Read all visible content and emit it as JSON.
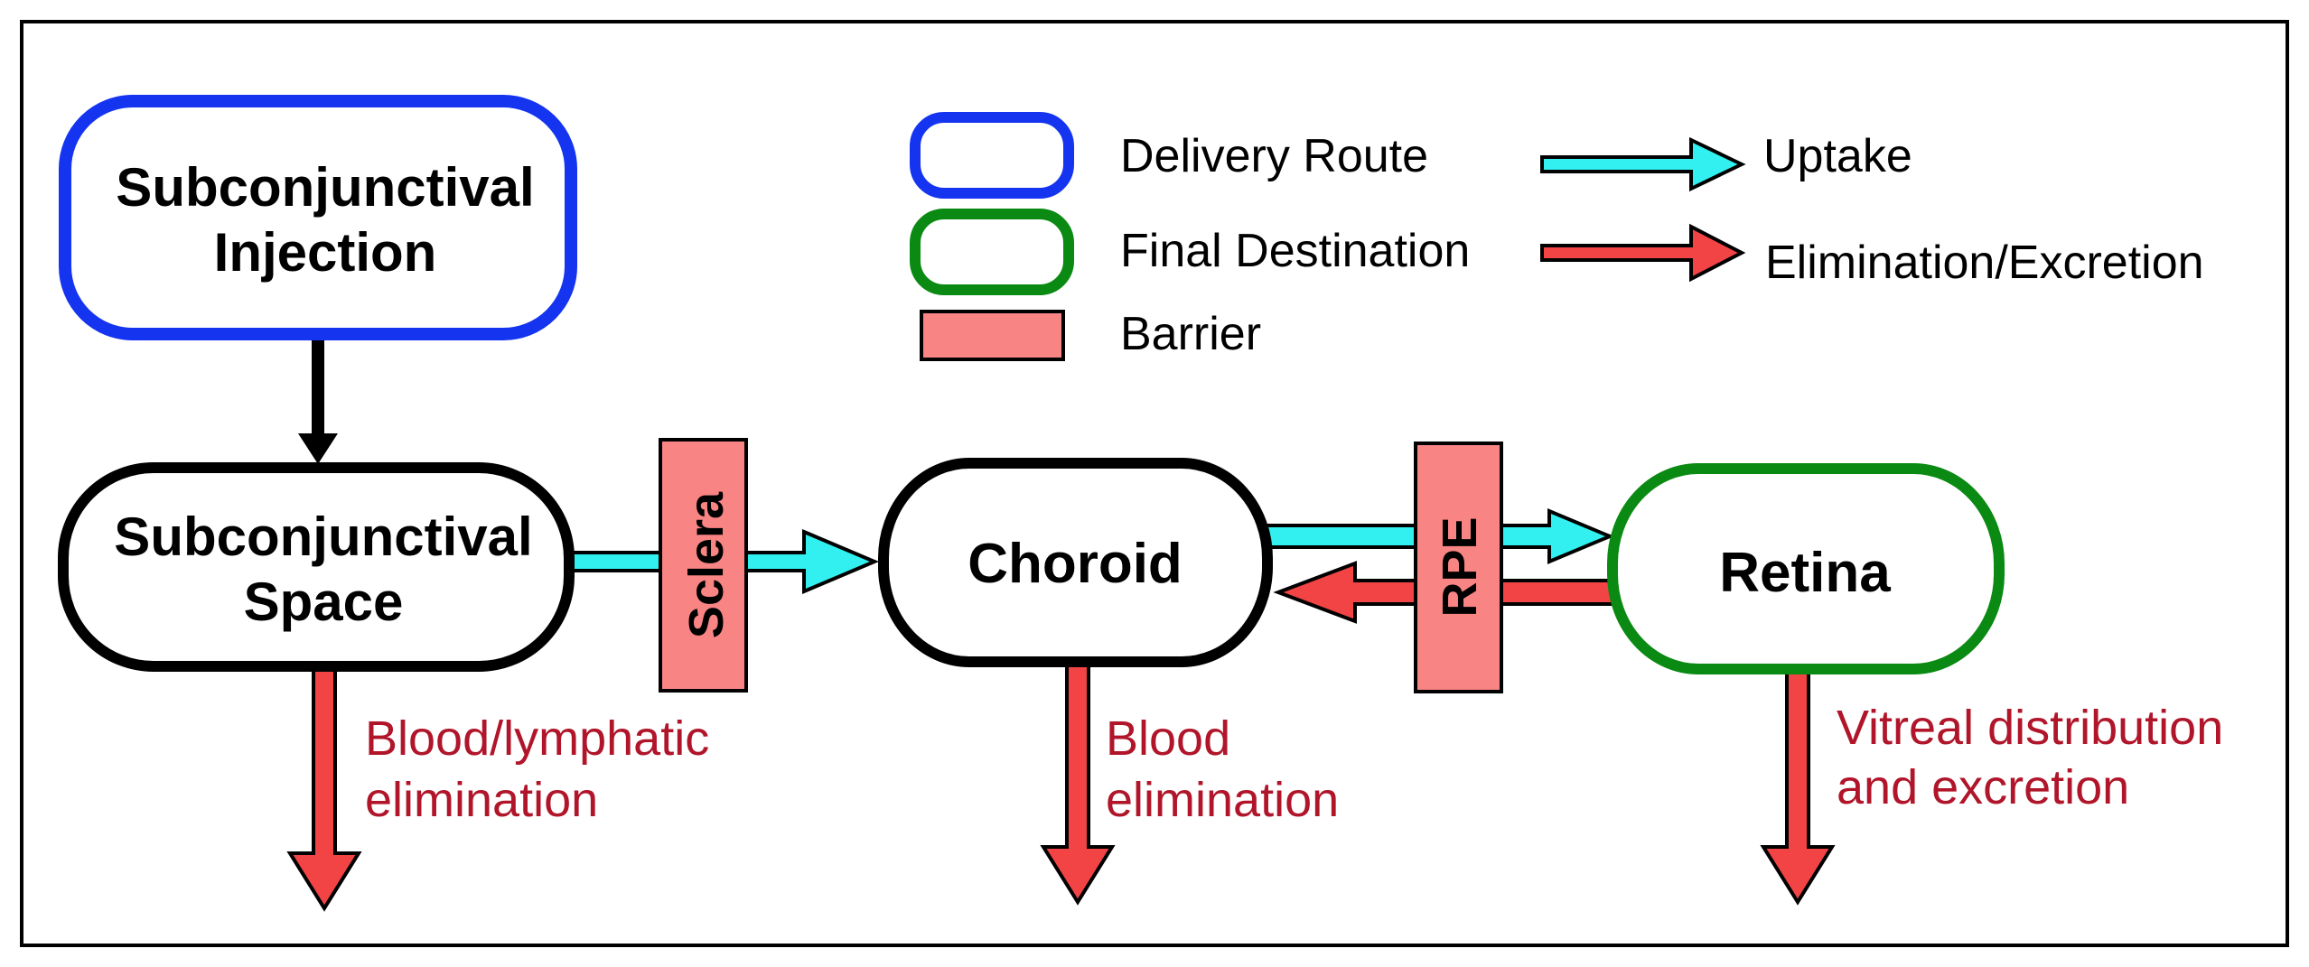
{
  "colors": {
    "delivery_route_border": "#1434f0",
    "final_destination_border": "#0a8a12",
    "node_border": "#000000",
    "barrier_fill": "#f98484",
    "uptake_arrow": "#33f0f0",
    "elimination_arrow": "#f24444",
    "elimination_text": "#b0152a",
    "frame_border": "#000000"
  },
  "nodes": {
    "subconjunctival_injection": {
      "line1": "Subconjunctival",
      "line2": "Injection",
      "role": "Delivery Route"
    },
    "subconjunctival_space": {
      "line1": "Subconjunctival",
      "line2": "Space"
    },
    "choroid": {
      "label": "Choroid"
    },
    "retina": {
      "label": "Retina",
      "role": "Final Destination"
    }
  },
  "barriers": {
    "sclera": "Sclera",
    "rpe": "RPE"
  },
  "eliminations": {
    "subconjunctival_space": {
      "line1": "Blood/lymphatic",
      "line2": "elimination"
    },
    "choroid": {
      "line1": "Blood",
      "line2": "elimination"
    },
    "retina": {
      "line1": "Vitreal distribution",
      "line2": "and excretion"
    }
  },
  "legend": {
    "delivery_route": "Delivery Route",
    "final_destination": "Final Destination",
    "barrier": "Barrier",
    "uptake": "Uptake",
    "elimination": "Elimination/Excretion"
  }
}
